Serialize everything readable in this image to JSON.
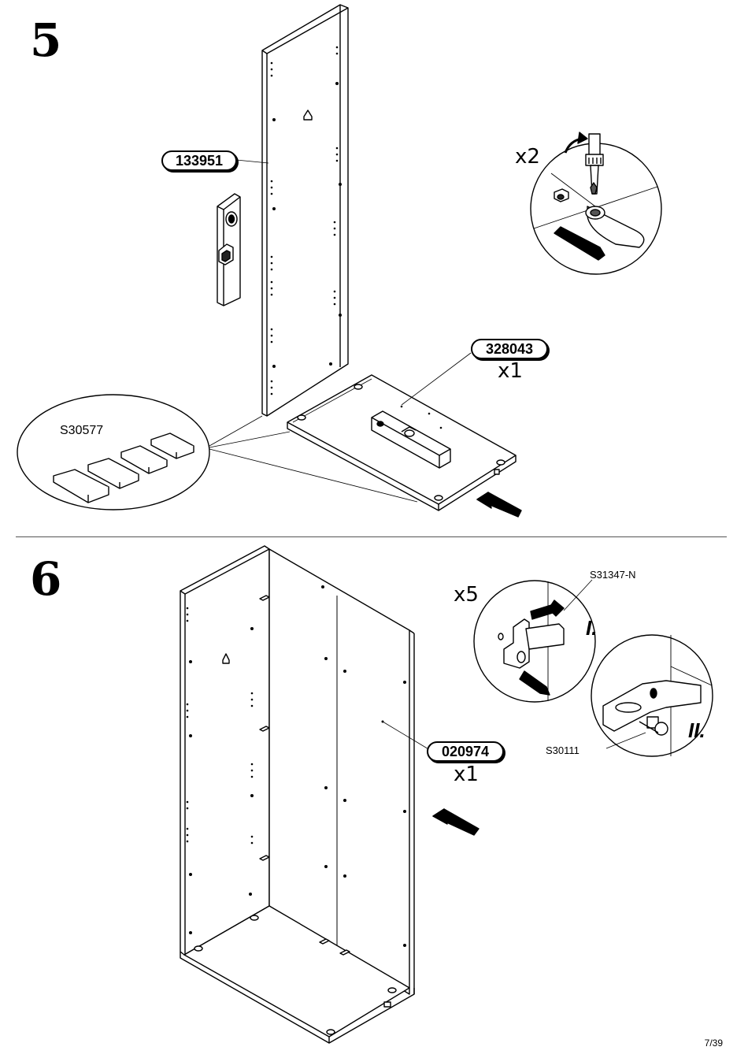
{
  "step5": {
    "number": "5",
    "part_side": "133951",
    "part_bottom": "328043",
    "bottom_qty": "x1",
    "detail_qty": "x2",
    "pads_ref": "S30577"
  },
  "step6": {
    "number": "6",
    "part_back": "020974",
    "back_qty": "x1",
    "detail_qty": "x5",
    "bracket_ref": "S31347-N",
    "screw_ref": "S30111",
    "sub_step_1": "I.",
    "sub_step_2": "II."
  },
  "page": "7/39"
}
